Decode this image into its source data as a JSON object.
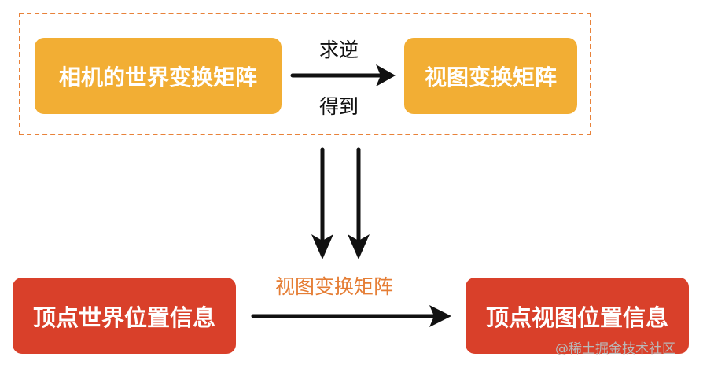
{
  "top_group": {
    "camera_world_matrix": "相机的世界变换矩阵",
    "view_matrix": "视图变换矩阵",
    "arrow_label_top": "求逆",
    "arrow_label_bottom": "得到"
  },
  "bottom_group": {
    "vertex_world_position": "顶点世界位置信息",
    "vertex_view_position": "顶点视图位置信息",
    "arrow_label": "视图变换矩阵"
  },
  "watermark": "@稀土掘金技术社区",
  "colors": {
    "frame_border": "#e8823a",
    "orange_box": "#f2ae34",
    "red_box": "#d9402a",
    "orange_text": "#e57d34",
    "arrow": "#111111"
  }
}
